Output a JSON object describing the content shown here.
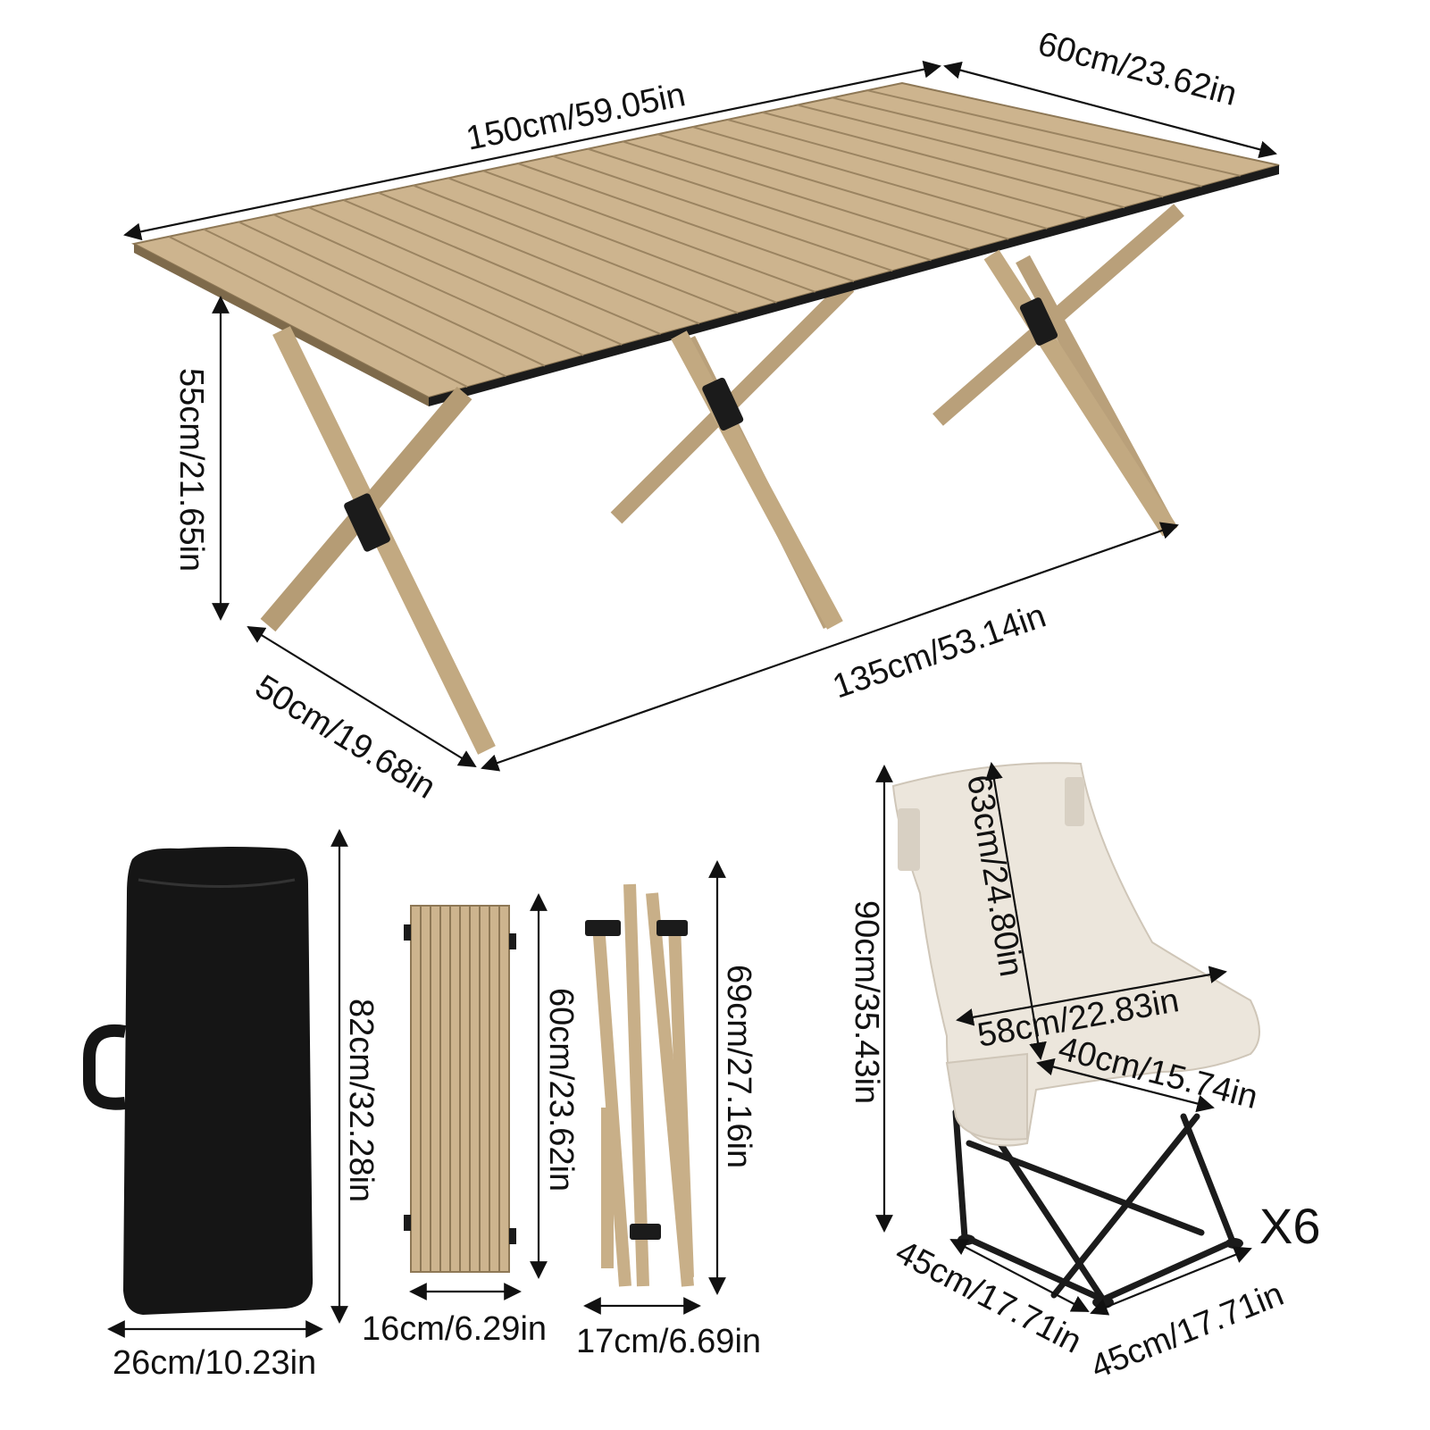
{
  "colors": {
    "wood": "#cdb48e",
    "wood_light": "#dcc8a5",
    "wood_dark": "#9b8461",
    "metal_black": "#1b1b1b",
    "bag": "#151515",
    "chair_fabric": "#ece6dc",
    "ink": "#111111"
  },
  "table": {
    "top_length": "150cm/59.05in",
    "top_width": "60cm/23.62in",
    "height": "55cm/21.65in",
    "leg_span_length": "135cm/53.14in",
    "leg_span_width": "50cm/19.68in"
  },
  "bag": {
    "height": "82cm/32.28in",
    "width": "26cm/10.23in"
  },
  "rolled_top": {
    "height": "60cm/23.62in",
    "width": "16cm/6.29in"
  },
  "folded_frame": {
    "height": "69cm/27.16in",
    "width": "17cm/6.69in"
  },
  "chair": {
    "total_height": "90cm/35.43in",
    "back_height": "63cm/24.80in",
    "seat_width": "58cm/22.83in",
    "seat_depth": "40cm/15.74in",
    "base_left": "45cm/17.71in",
    "base_right": "45cm/17.71in",
    "quantity": "X6"
  }
}
